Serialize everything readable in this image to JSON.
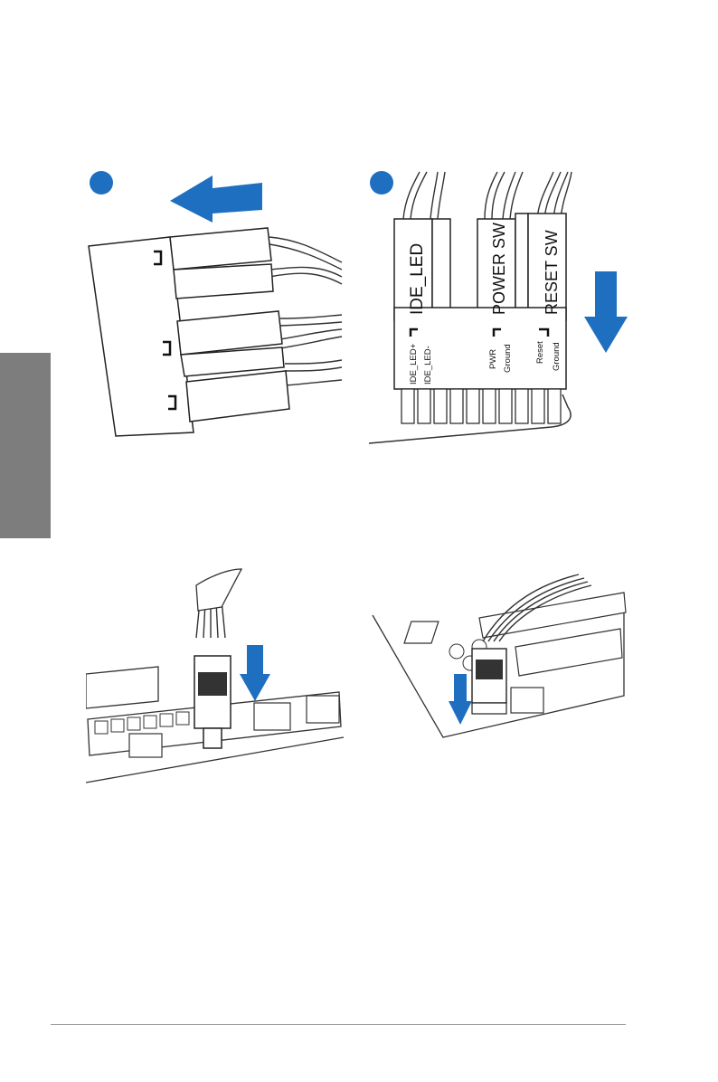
{
  "figure1": {
    "labels": {
      "ide_led": "IDE_LED",
      "power_sw": "POWER SW",
      "reset_sw": "RESET SW",
      "ide_led_plus": "IDE_LED+",
      "ide_led_minus": "IDE_LED-",
      "pwr": "PWR",
      "ground1": "Ground",
      "reset": "Reset",
      "ground2": "Ground"
    }
  },
  "colors": {
    "accent_blue": "#1f6fc0",
    "side_tab": "#7d7d7d"
  }
}
